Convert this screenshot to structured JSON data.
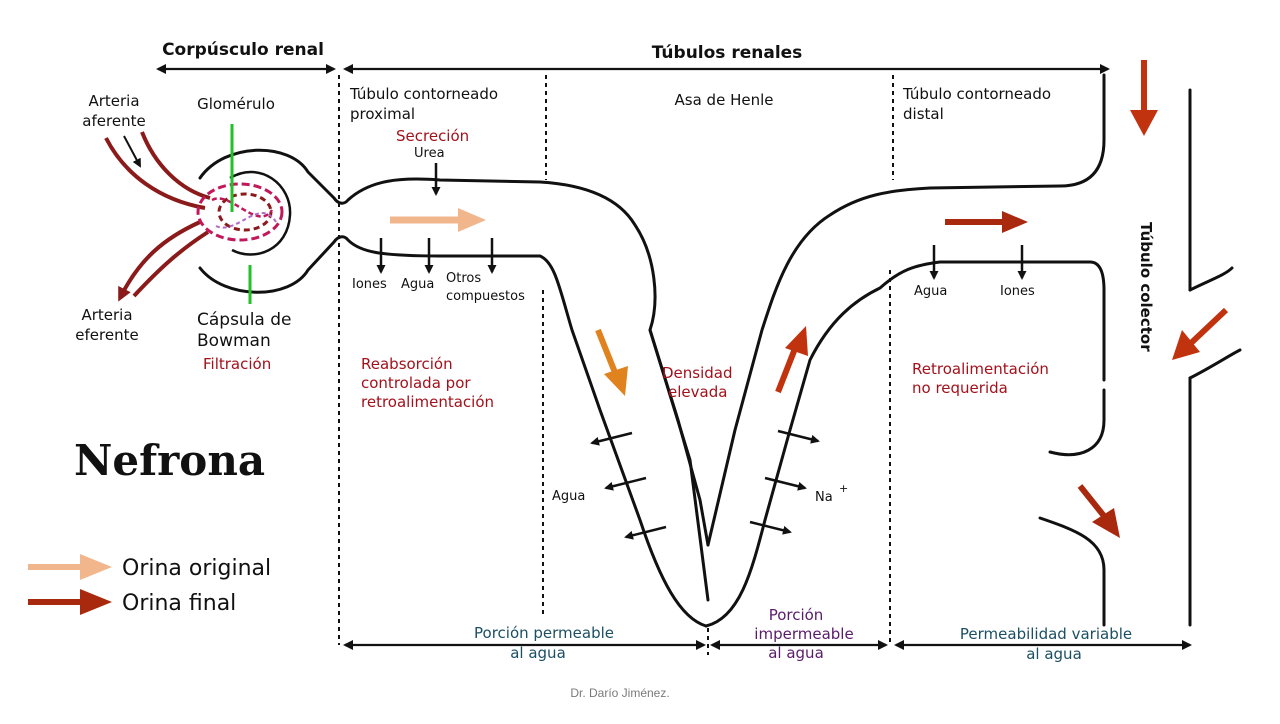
{
  "headers": {
    "corpusculo": "Corpúsculo renal",
    "tubulos": "Túbulos renales"
  },
  "labels": {
    "arteria_aferente_1": "Arteria",
    "arteria_aferente_2": "aferente",
    "glomerulo": "Glomérulo",
    "arteria_eferente_1": "Arteria",
    "arteria_eferente_2": "eferente",
    "capsula_1": "Cápsula de",
    "capsula_2": "Bowman",
    "filtracion": "Filtración",
    "proximal_1": "Túbulo contorneado",
    "proximal_2": "proximal",
    "henle": "Asa de Henle",
    "distal_1": "Túbulo contorneado",
    "distal_2": "distal",
    "secrecion": "Secreción",
    "urea": "Urea",
    "iones_p": "Iones",
    "agua_p": "Agua",
    "otros_1": "Otros",
    "otros_2": "compuestos",
    "reabs_1": "Reabsorción",
    "reabs_2": "controlada por",
    "reabs_3": "retroalimentación",
    "densidad_1": "Densidad",
    "densidad_2": "elevada",
    "agua_h": "Agua",
    "na": "Na",
    "na_sup": "+",
    "agua_d": "Agua",
    "iones_d": "Iones",
    "retro_1": "Retroalimentación",
    "retro_2": "no requerida",
    "colector": "Túbulo colector",
    "perm_1": "Porción permeable",
    "perm_2": "al agua",
    "imperm_1": "Porción",
    "imperm_2": "impermeable",
    "imperm_3": "al agua",
    "var_1": "Permeabilidad variable",
    "var_2": "al agua"
  },
  "title": "Nefrona",
  "legend": [
    {
      "label": "Orina original",
      "color": "#f2b68c"
    },
    {
      "label": "Orina final",
      "color": "#a8290e"
    }
  ],
  "footer": "Dr. Darío Jiménez.",
  "colors": {
    "vessel": "#8b1a1a",
    "glomerulus": "#c2185b",
    "green_line": "#22c02a",
    "orange_arrow": "#e0821e",
    "dark_red_arrow": "#a8290e",
    "light_arrow": "#f2b68c"
  }
}
